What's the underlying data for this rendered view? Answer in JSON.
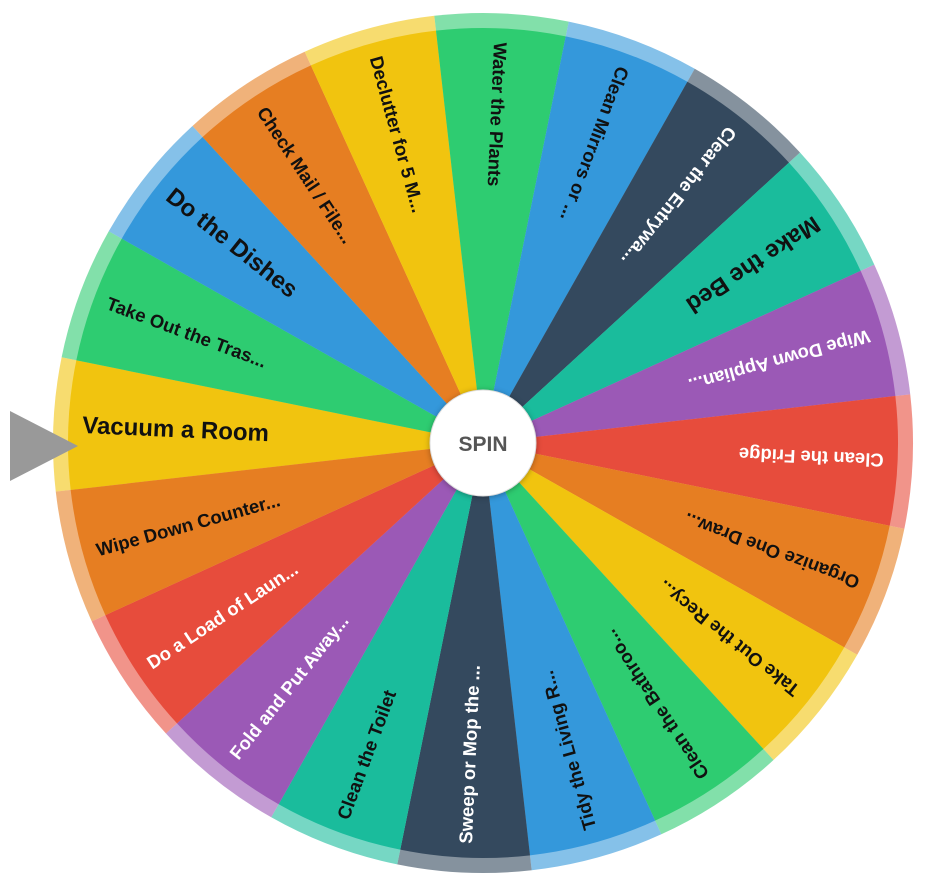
{
  "spin_label": "SPIN",
  "segments": [
    {
      "label": "Vacuum a Room",
      "color": "#f1c40f",
      "text_color": "#111111"
    },
    {
      "label": "Take Out the Tras...",
      "color": "#2ecc71",
      "text_color": "#111111"
    },
    {
      "label": "Do the Dishes",
      "color": "#3498db",
      "text_color": "#111111"
    },
    {
      "label": "Check Mail / File...",
      "color": "#e67e22",
      "text_color": "#111111"
    },
    {
      "label": "Declutter for 5 M...",
      "color": "#f1c40f",
      "text_color": "#111111"
    },
    {
      "label": "Water the Plants",
      "color": "#2ecc71",
      "text_color": "#111111"
    },
    {
      "label": "Clean Mirrors or ...",
      "color": "#3498db",
      "text_color": "#111111"
    },
    {
      "label": "Clear the Entrywa...",
      "color": "#34495e",
      "text_color": "#ffffff"
    },
    {
      "label": "Make the Bed",
      "color": "#1abc9c",
      "text_color": "#111111"
    },
    {
      "label": "Wipe Down Applian...",
      "color": "#9b59b6",
      "text_color": "#ffffff"
    },
    {
      "label": "Clean the Fridge",
      "color": "#e74c3c",
      "text_color": "#ffffff"
    },
    {
      "label": "Organize One Draw...",
      "color": "#e67e22",
      "text_color": "#111111"
    },
    {
      "label": "Take Out the Recy...",
      "color": "#f1c40f",
      "text_color": "#111111"
    },
    {
      "label": "Clean the Bathroo...",
      "color": "#2ecc71",
      "text_color": "#111111"
    },
    {
      "label": "Tidy the Living R...",
      "color": "#3498db",
      "text_color": "#111111"
    },
    {
      "label": "Sweep or Mop the ...",
      "color": "#34495e",
      "text_color": "#ffffff"
    },
    {
      "label": "Clean the Toilet",
      "color": "#1abc9c",
      "text_color": "#111111"
    },
    {
      "label": "Fold and Put Away...",
      "color": "#9b59b6",
      "text_color": "#ffffff"
    },
    {
      "label": "Do a Load of Laun...",
      "color": "#e74c3c",
      "text_color": "#ffffff"
    },
    {
      "label": "Wipe Down Counter...",
      "color": "#e67e22",
      "text_color": "#111111"
    }
  ],
  "pointer_color": "#999999"
}
